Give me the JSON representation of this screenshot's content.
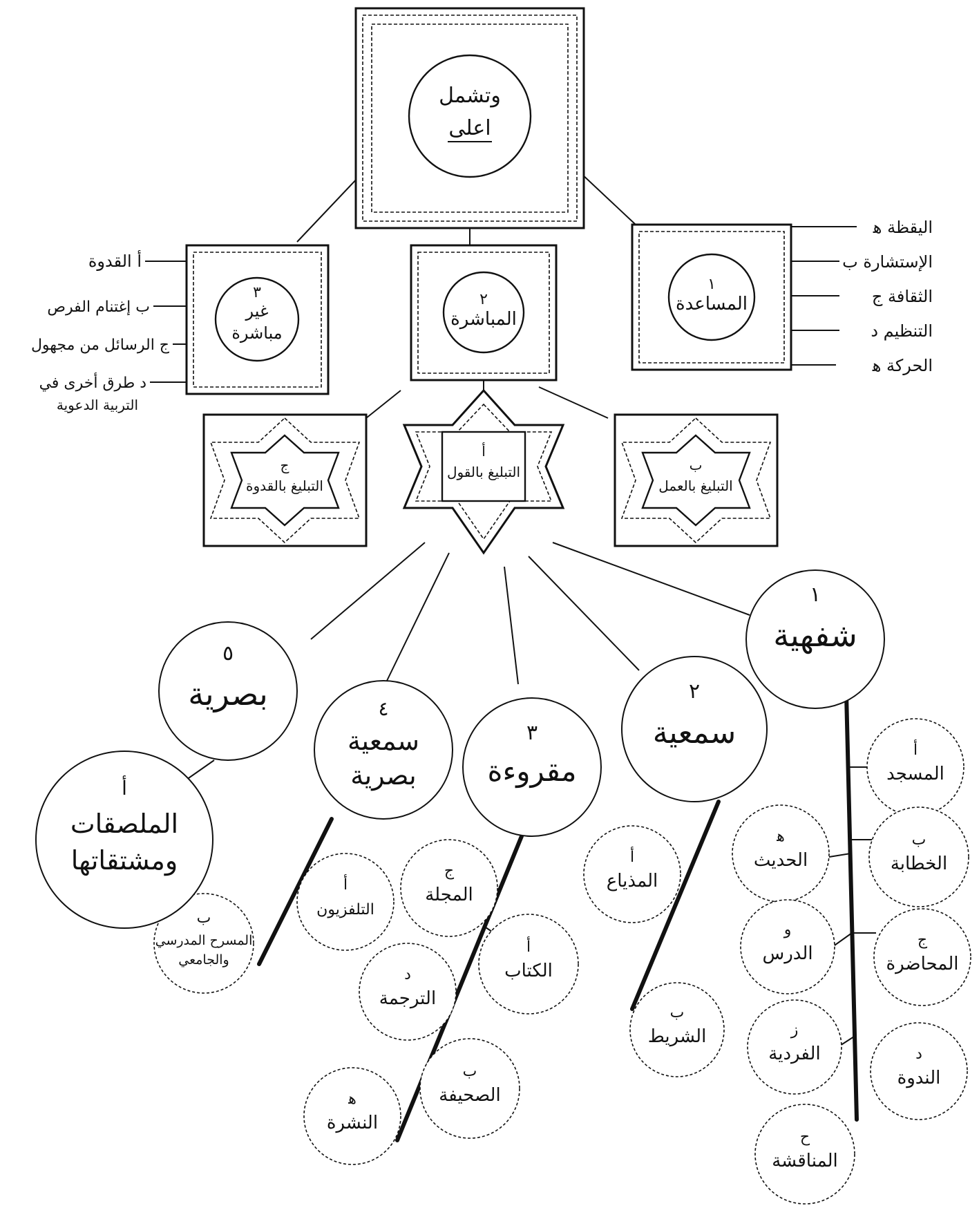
{
  "root": {
    "line1": "وتشمل",
    "line2": "اعلى"
  },
  "level1": [
    {
      "num": "١",
      "label": "المساعدة",
      "subs": [
        "اليقظة ﻫ",
        "الإستشارة ب",
        "الثقافة ج",
        "التنظيم د",
        "الحركة ﻫ"
      ]
    },
    {
      "num": "٢",
      "label": "المباشرة"
    },
    {
      "num": "٣",
      "label1": "غير",
      "label2": "مباشرة",
      "subs": [
        "أ القدوة",
        "ب إغتنام الفرص",
        "ج الرسائل من مجهول",
        "د طرق أخرى في",
        "التربية الدعوية"
      ]
    }
  ],
  "level2": [
    {
      "letter": "ب",
      "label": "التبليغ بالعمل"
    },
    {
      "letter": "أ",
      "label": "التبليغ بالقول"
    },
    {
      "letter": "ج",
      "label": "التبليغ بالقدوة"
    }
  ],
  "level3": [
    {
      "num": "١",
      "label": "شفهية"
    },
    {
      "num": "٢",
      "label": "سمعية"
    },
    {
      "num": "٣",
      "label": "مقروءة"
    },
    {
      "num": "٤",
      "label1": "سمعية",
      "label2": "بصرية"
    },
    {
      "num": "٥",
      "label": "بصرية"
    }
  ],
  "leaves": [
    {
      "letter": "أ",
      "label": "المسجد"
    },
    {
      "letter": "ب",
      "label": "الخطابة"
    },
    {
      "letter": "ج",
      "label": "المحاضرة"
    },
    {
      "letter": "د",
      "label": "الندوة"
    },
    {
      "letter": "ﻫ",
      "label": "الحديث"
    },
    {
      "letter": "و",
      "label": "الدرس"
    },
    {
      "letter": "ز",
      "label": "الفردية"
    },
    {
      "letter": "ح",
      "label": "المناقشة"
    },
    {
      "letter": "أ",
      "label": "المذياع"
    },
    {
      "letter": "ب",
      "label": "الشريط"
    },
    {
      "letter": "ج",
      "label": "المجلة"
    },
    {
      "letter": "أ",
      "label": "الكتاب"
    },
    {
      "letter": "ب",
      "label": "الصحيفة"
    },
    {
      "letter": "ﻫ",
      "label": "النشرة"
    },
    {
      "letter": "د",
      "label": "الترجمة"
    },
    {
      "letter": "أ",
      "label": "التلفزيون"
    },
    {
      "letter": "ب",
      "label1": "المسرح المدرسي",
      "label2": "والجامعي"
    },
    {
      "letter": "أ",
      "label1": "الملصقات",
      "label2": "ومشتقاتها"
    }
  ]
}
